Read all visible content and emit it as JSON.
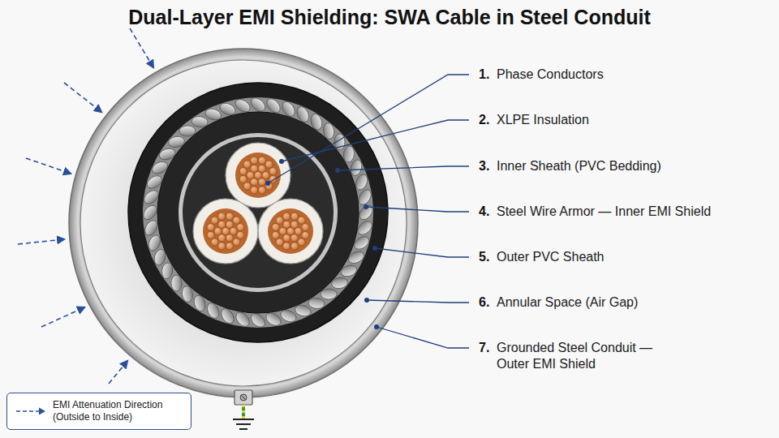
{
  "diagram": {
    "title": "Dual-Layer EMI Shielding: SWA Cable in Steel Conduit",
    "labels": [
      "1.",
      "Phase Conductors",
      "2.",
      "XLPE Insulation",
      "3.",
      "Inner Sheath (PVC Bedding)",
      "4.",
      "Steel Wire Armor — Inner EMI Shield",
      "5.",
      "Outer PVC Sheath",
      "6.",
      "Annular Space (Air Gap)",
      "7.",
      "Grounded Steel Conduit — Outer EMI Shield"
    ],
    "legend": [
      {
        "text": "EMI Attenuation Direction (Outside to Inside)"
      }
    ]
  }
}
